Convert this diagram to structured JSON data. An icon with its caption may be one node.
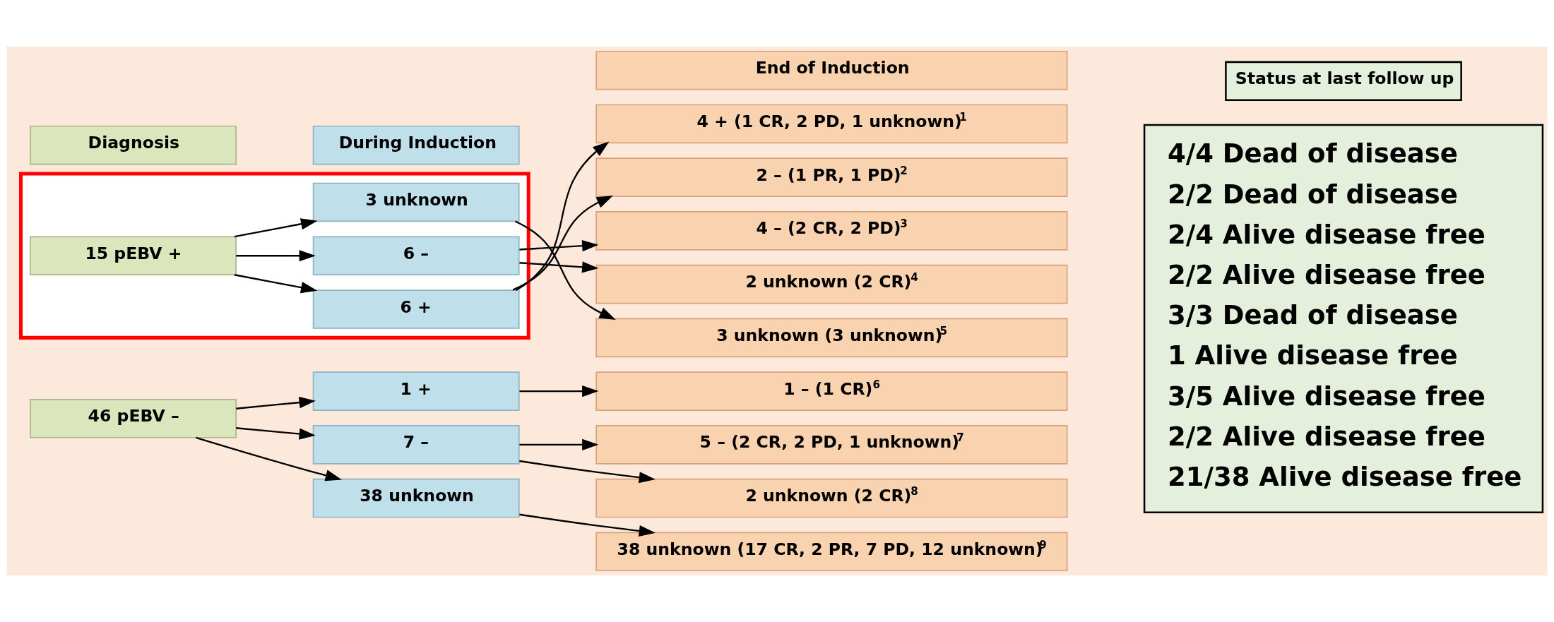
{
  "diagram": {
    "nodes": [
      {
        "text": [
          "Diagnosis"
        ]
      },
      {
        "text": [
          "During Induction"
        ]
      },
      {
        "text": [
          "End of Induction"
        ]
      },
      {
        "text": [
          "Status at last follow up"
        ]
      },
      {
        "text": [],
        "shape": "box"
      },
      {
        "text": [
          "15 pEBV +"
        ],
        "in": 4
      },
      {
        "text": [
          "6 +"
        ],
        "in": 4
      },
      {
        "text": [
          "6 –"
        ],
        "in": 4
      },
      {
        "text": [
          "3 unknown"
        ],
        "in": 4
      },
      {
        "text": [
          "46 pEBV –"
        ]
      },
      {
        "text": [
          "1 +"
        ]
      },
      {
        "text": [
          "7 –"
        ]
      },
      {
        "text": [
          "38 unknown"
        ]
      },
      {
        "text": [
          "4 + (1 CR, 2 PD, 1 unknown)$^{1}$"
        ]
      },
      {
        "text": [
          "2 – (1 PR, 1 PD)$^{2}$"
        ]
      },
      {
        "text": [
          "4 – (2 CR, 2 PD)$^{3}$"
        ]
      },
      {
        "text": [
          "2 unknown (2 CR)$^{4}$"
        ]
      },
      {
        "text": [
          "3 unknown (3 unknown)$^{5}$"
        ]
      },
      {
        "text": [
          "1 – (1 CR)$^{6}$"
        ]
      },
      {
        "text": [
          "5 – (2 CR, 2 PD, 1 unknown)$^{7}$"
        ]
      },
      {
        "text": [
          "2 unknown (2 CR)$^{8}$"
        ]
      },
      {
        "text": [
          "38 unknown (17 CR, 2 PR, 7 PD, 12 unknown)$^{9}$"
        ]
      },
      {
        "text": [
          "4/4 Dead of disease",
          "2/2 Dead of disease",
          "2/4 Alive disease free",
          "2/2 Alive disease free",
          "3/3 Dead of disease",
          "1 Alive disease free",
          "3/5 Alive disease free",
          "2/2 Alive disease free",
          "21/38 Alive disease free"
        ]
      }
    ],
    "edges": [
      {
        "from": 5,
        "to": 6,
        "arrow": "to"
      },
      {
        "from": 5,
        "to": 7,
        "arrow": "to"
      },
      {
        "from": 5,
        "to": 8,
        "arrow": "to"
      },
      {
        "from": 6,
        "to": 13,
        "arrow": "to"
      },
      {
        "from": 6,
        "to": 14,
        "arrow": "to"
      },
      {
        "from": 7,
        "to": 15,
        "arrow": "to"
      },
      {
        "from": 7,
        "to": 16,
        "arrow": "to"
      },
      {
        "from": 8,
        "to": 17,
        "arrow": "to"
      },
      {
        "from": 9,
        "to": 10,
        "arrow": "to"
      },
      {
        "from": 9,
        "to": 11,
        "arrow": "to"
      },
      {
        "from": 9,
        "to": 12,
        "arrow": "to"
      },
      {
        "from": 10,
        "to": 18,
        "arrow": "to"
      },
      {
        "from": 11,
        "to": 19,
        "arrow": "to"
      },
      {
        "from": 11,
        "to": 20,
        "arrow": "to"
      },
      {
        "from": 12,
        "to": 21,
        "arrow": "to"
      }
    ]
  }
}
